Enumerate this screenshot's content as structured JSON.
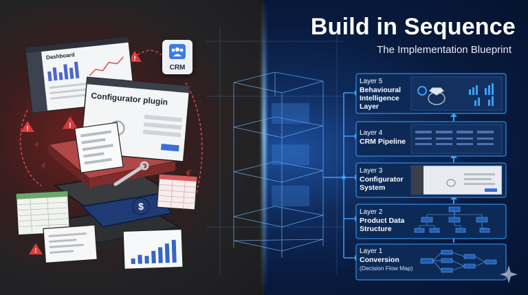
{
  "header": {
    "title": "Build in Sequence",
    "subtitle": "The Implementation Blueprint"
  },
  "chaos": {
    "crm_label": "CRM",
    "plugin_title": "Configurator plugin",
    "dashboard_title": "Dashboard",
    "dollar_sign": "$"
  },
  "layers": [
    {
      "number": "Layer 5",
      "name_lines": [
        "Behavioural",
        "Intelligence",
        "Layer"
      ],
      "sub": ""
    },
    {
      "number": "Layer 4",
      "name_lines": [
        "CRM Pipeline"
      ],
      "sub": ""
    },
    {
      "number": "Layer 3",
      "name_lines": [
        "Configurator",
        "System"
      ],
      "sub": ""
    },
    {
      "number": "Layer 2",
      "name_lines": [
        "Product Data",
        "Structure"
      ],
      "sub": ""
    },
    {
      "number": "Layer 1",
      "name_lines": [
        "Conversion"
      ],
      "sub": "(Decision Flow Map)"
    }
  ],
  "colors": {
    "accent_blue": "#3aa0ff",
    "warning_red": "#e03a3a",
    "card_bg": "#0d2a57"
  }
}
